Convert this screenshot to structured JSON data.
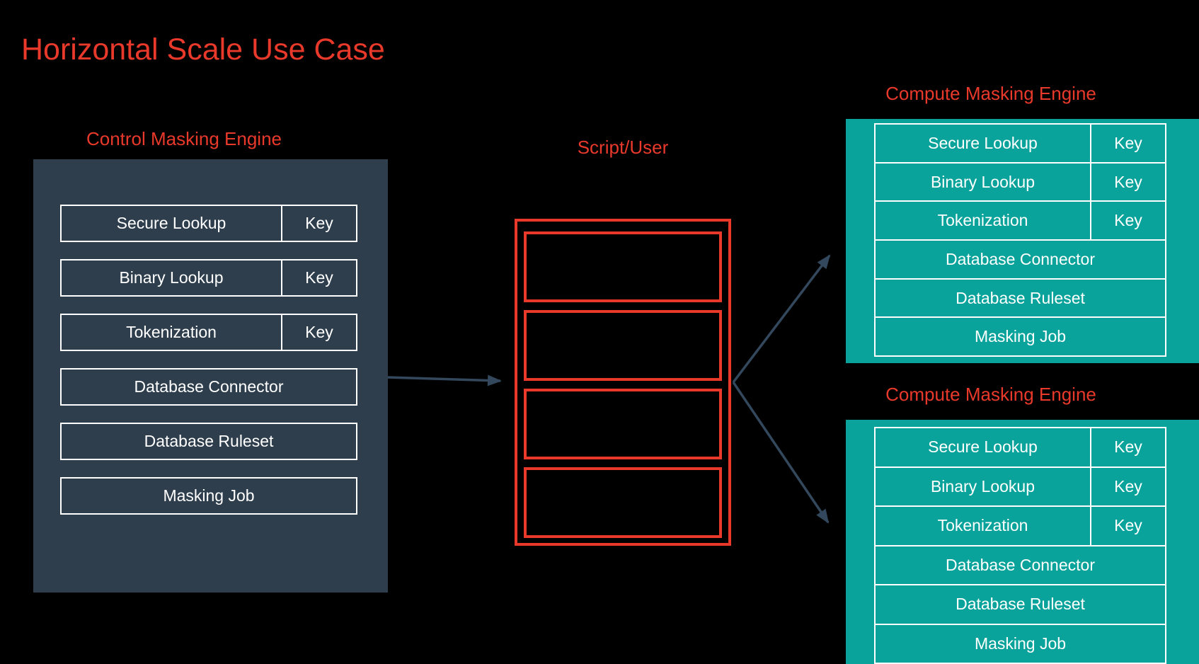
{
  "title": "Horizontal Scale Use Case",
  "colors": {
    "background": "#000000",
    "red": "#e8392b",
    "teal": "#0aa39b",
    "slate": "#2e3e4d",
    "arrow": "#33485c",
    "white": "#ffffff"
  },
  "control_engine": {
    "label": "Control Masking Engine",
    "rows": [
      {
        "name": "Secure Lookup",
        "key": "Key"
      },
      {
        "name": "Binary Lookup",
        "key": "Key"
      },
      {
        "name": "Tokenization",
        "key": "Key"
      },
      {
        "name": "Database Connector"
      },
      {
        "name": "Database Ruleset"
      },
      {
        "name": "Masking Job"
      }
    ]
  },
  "script_user": {
    "label": "Script/User",
    "slot_count": 4
  },
  "compute_engines": [
    {
      "label": "Compute Masking Engine",
      "rows": [
        {
          "name": "Secure Lookup",
          "key": "Key"
        },
        {
          "name": "Binary Lookup",
          "key": "Key"
        },
        {
          "name": "Tokenization",
          "key": "Key"
        },
        {
          "name": "Database Connector"
        },
        {
          "name": "Database Ruleset"
        },
        {
          "name": "Masking Job"
        }
      ]
    },
    {
      "label": "Compute Masking Engine",
      "rows": [
        {
          "name": "Secure Lookup",
          "key": "Key"
        },
        {
          "name": "Binary Lookup",
          "key": "Key"
        },
        {
          "name": "Tokenization",
          "key": "Key"
        },
        {
          "name": "Database Connector"
        },
        {
          "name": "Database Ruleset"
        },
        {
          "name": "Masking Job"
        }
      ]
    }
  ]
}
